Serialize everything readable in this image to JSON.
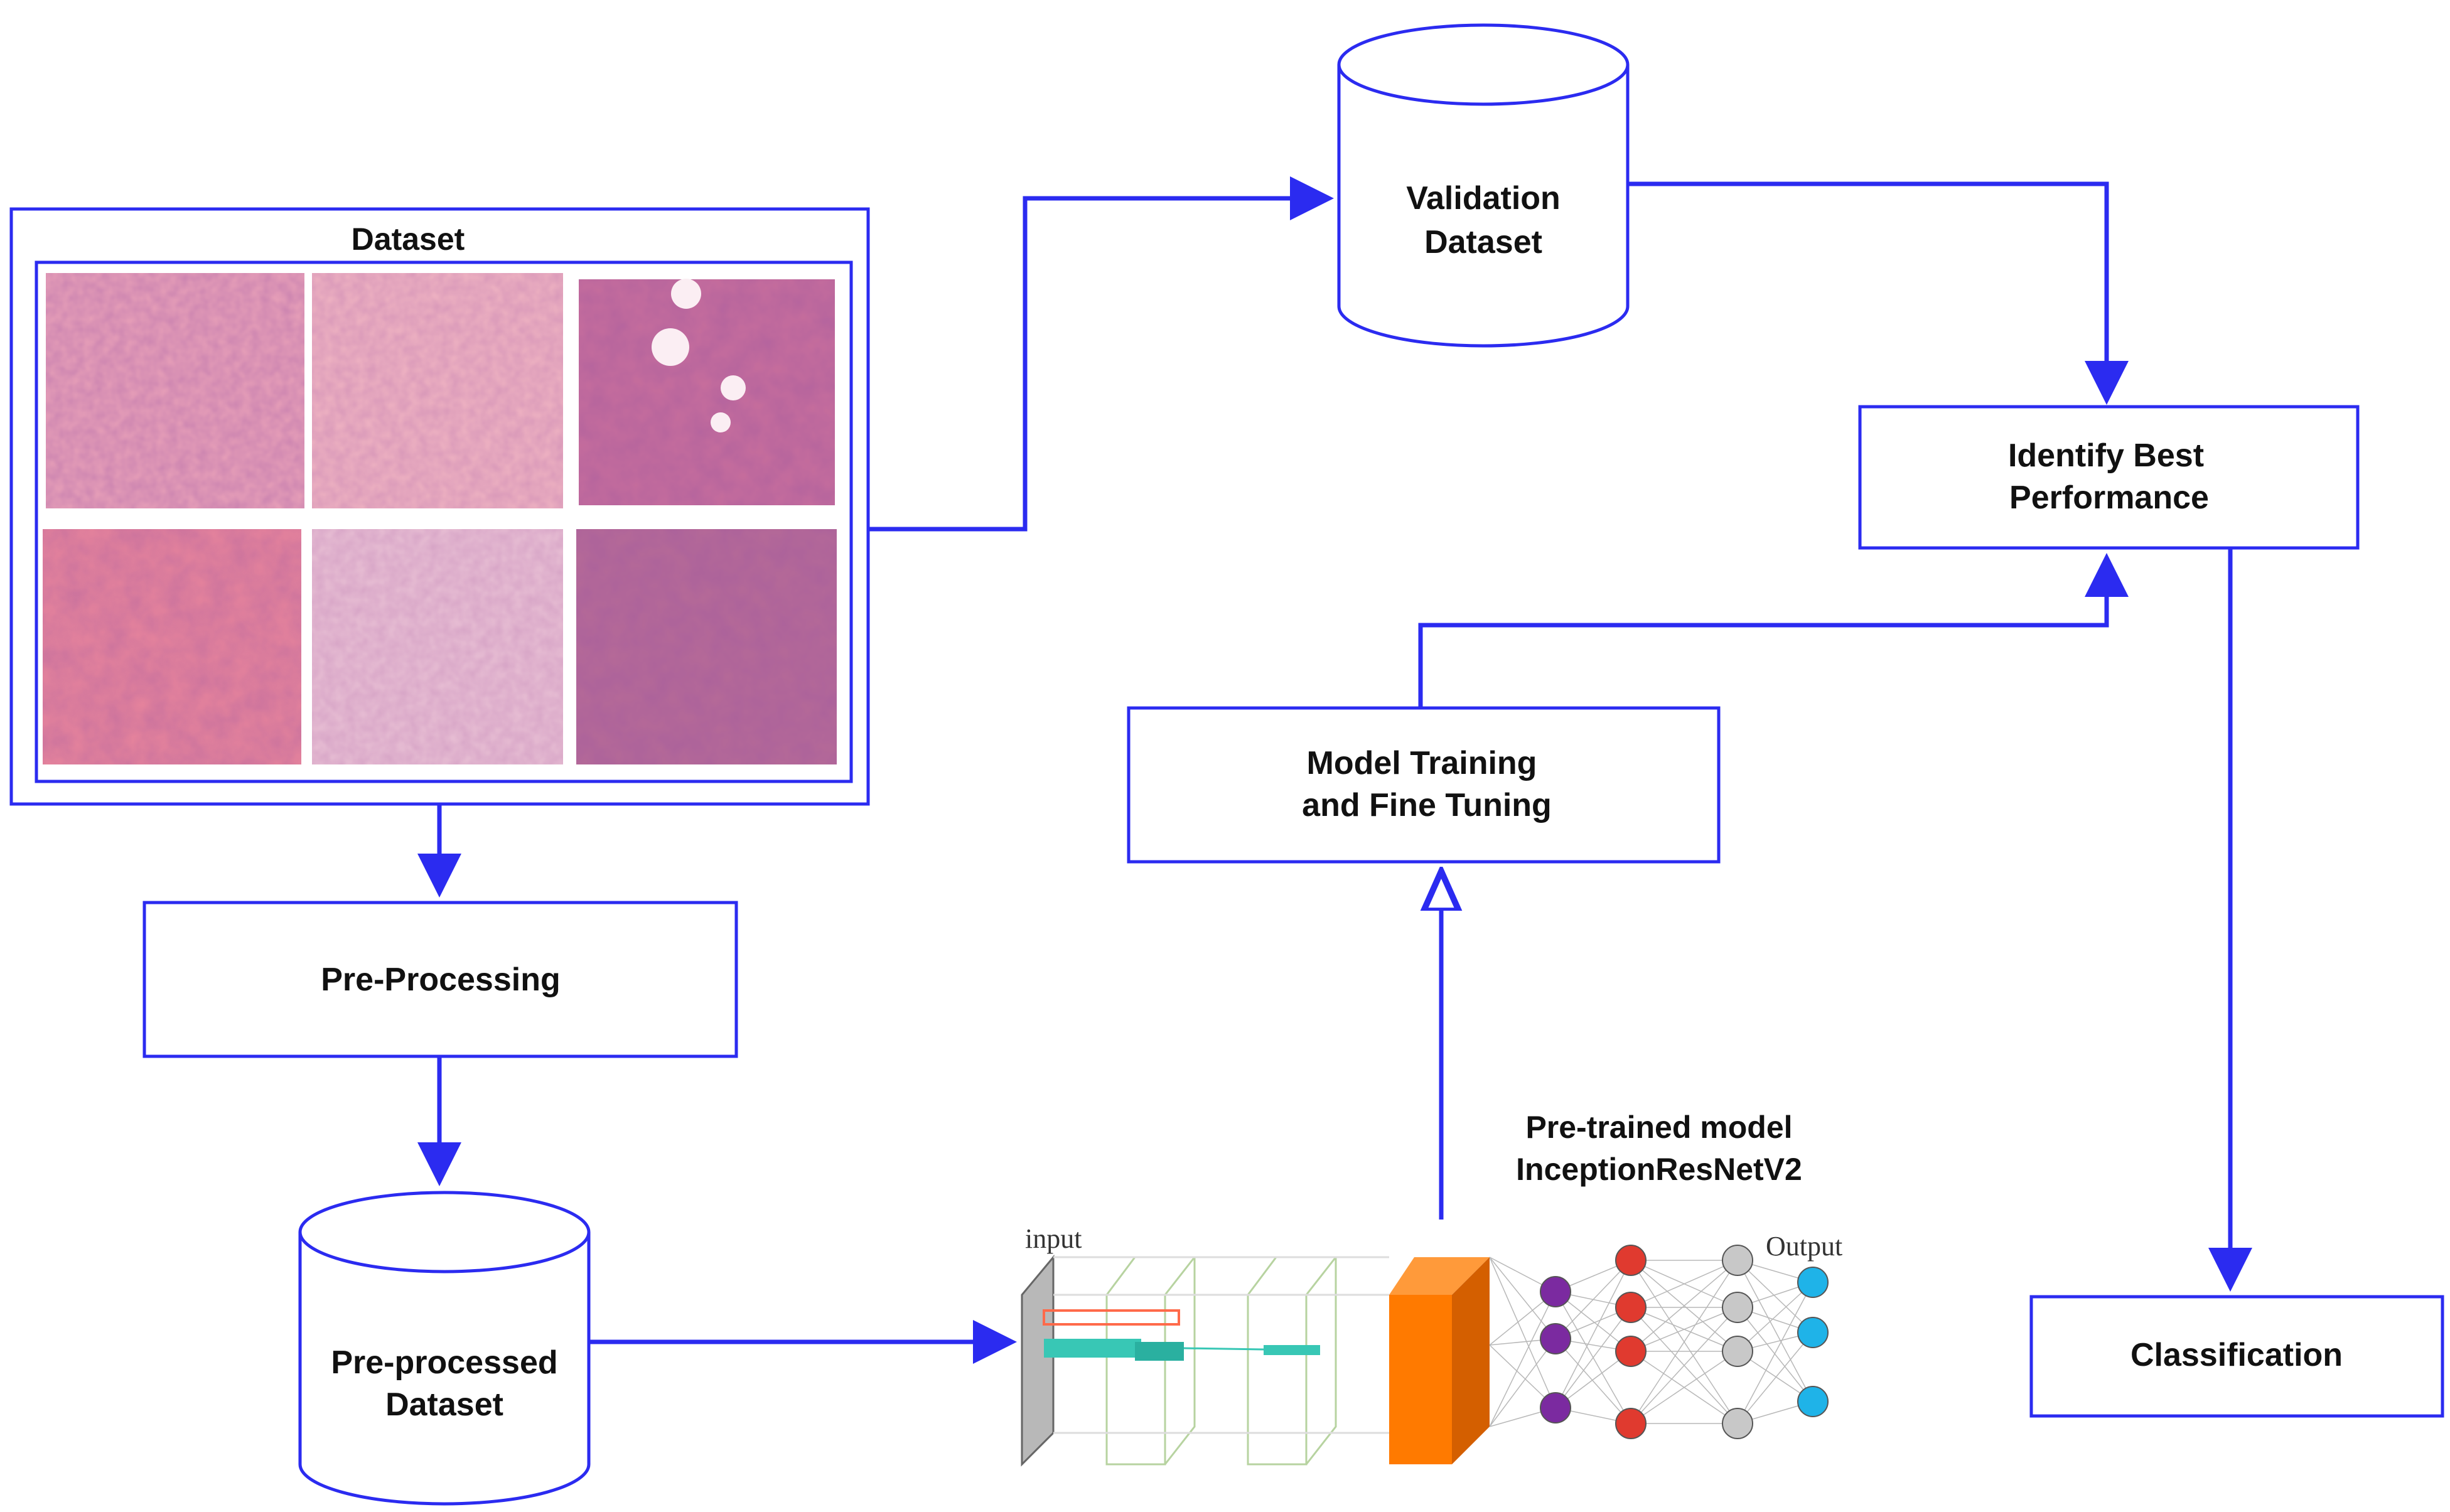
{
  "dataset": {
    "title": "Dataset"
  },
  "validation": {
    "line1": "Validation",
    "line2": "Dataset"
  },
  "identify": {
    "line1": "Identify Best",
    "line2": "Performance"
  },
  "preprocessing": {
    "label": "Pre-Processing"
  },
  "model_training": {
    "line1": "Model Training",
    "line2": "and Fine Tuning"
  },
  "preprocessed": {
    "line1": "Pre-processed",
    "line2": "Dataset"
  },
  "pretrained": {
    "line1": "Pre-trained model",
    "line2": "InceptionResNetV2"
  },
  "network": {
    "input_label": "input",
    "output_label": "Output"
  },
  "classification": {
    "label": "Classification"
  },
  "colors": {
    "stroke": "#2b2bf0",
    "orange": "#ff7a00",
    "purple": "#7b2aa0",
    "red": "#e03a2f",
    "gray": "#c8c8c8",
    "cyan": "#1fb3e8"
  }
}
